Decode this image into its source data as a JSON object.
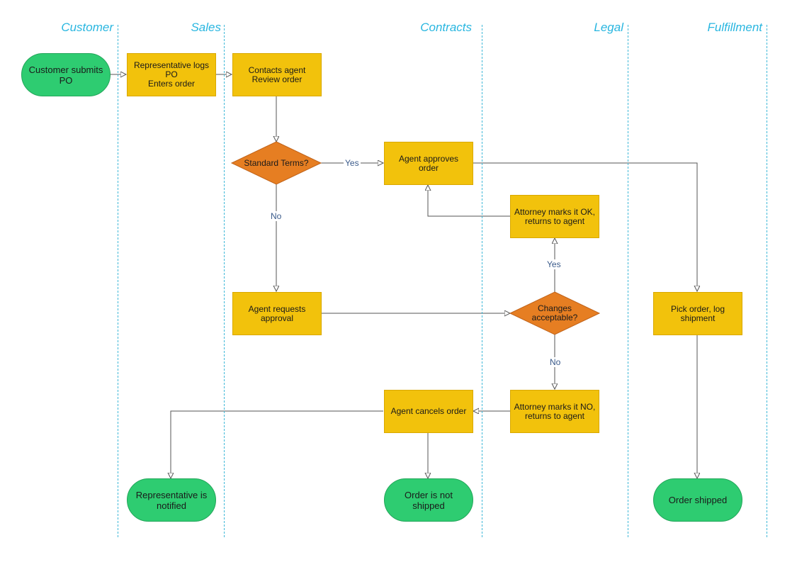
{
  "lanes": {
    "customer": "Customer",
    "sales": "Sales",
    "contracts": "Contracts",
    "legal": "Legal",
    "fulfillment": "Fulfillment"
  },
  "nodes": {
    "customer_submits": "Customer submits\nPO",
    "rep_logs": "Representative logs\nPO\nEnters order",
    "contacts_agent": "Contacts agent\nReview order",
    "standard_terms": "Standard Terms?",
    "agent_approves": "Agent approves\norder",
    "attorney_ok": "Attorney marks it OK,\nreturns to agent",
    "agent_requests": "Agent requests\napproval",
    "changes_acceptable": "Changes\nacceptable?",
    "pick_order": "Pick order, log\nshipment",
    "attorney_no": "Attorney marks it NO,\nreturns to agent",
    "agent_cancels": "Agent cancels order",
    "rep_notified": "Representative is\nnotified",
    "order_not_shipped": "Order is not\nshipped",
    "order_shipped": "Order shipped"
  },
  "edge_labels": {
    "terms_yes": "Yes",
    "terms_no": "No",
    "changes_yes": "Yes",
    "changes_no": "No"
  },
  "colors": {
    "lane_title": "#29b6e0",
    "process": "#f2c20c",
    "decision": "#e67e22",
    "terminal": "#2ecc71",
    "connector": "#555555"
  }
}
